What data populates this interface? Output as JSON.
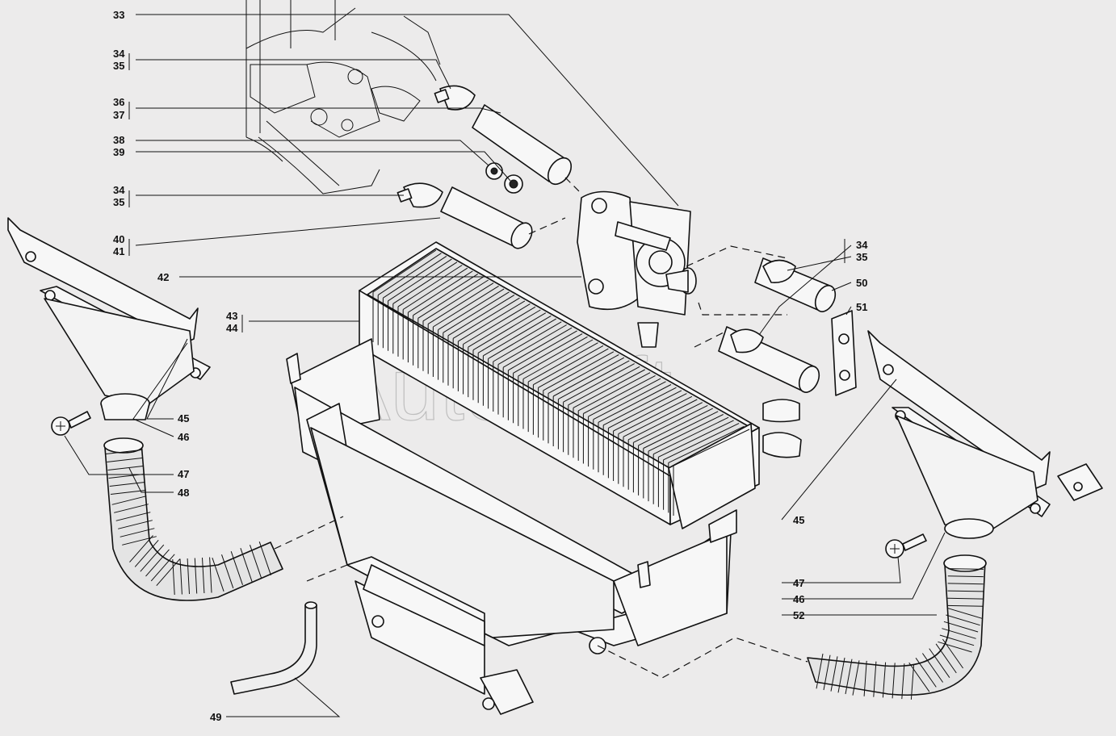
{
  "watermark": "AutoSoft",
  "callouts": {
    "c33": "33",
    "c34a": "34",
    "c35a": "35",
    "c36": "36",
    "c37": "37",
    "c38": "38",
    "c39": "39",
    "c34b": "34",
    "c35b": "35",
    "c40": "40",
    "c41": "41",
    "c42": "42",
    "c43": "43",
    "c44": "44",
    "c45a": "45",
    "c46a": "46",
    "c47a": "47",
    "c48": "48",
    "c34c": "34",
    "c35c": "35",
    "c50": "50",
    "c51": "51",
    "c45b": "45",
    "c47b": "47",
    "c46b": "46",
    "c52": "52",
    "c49": "49"
  }
}
